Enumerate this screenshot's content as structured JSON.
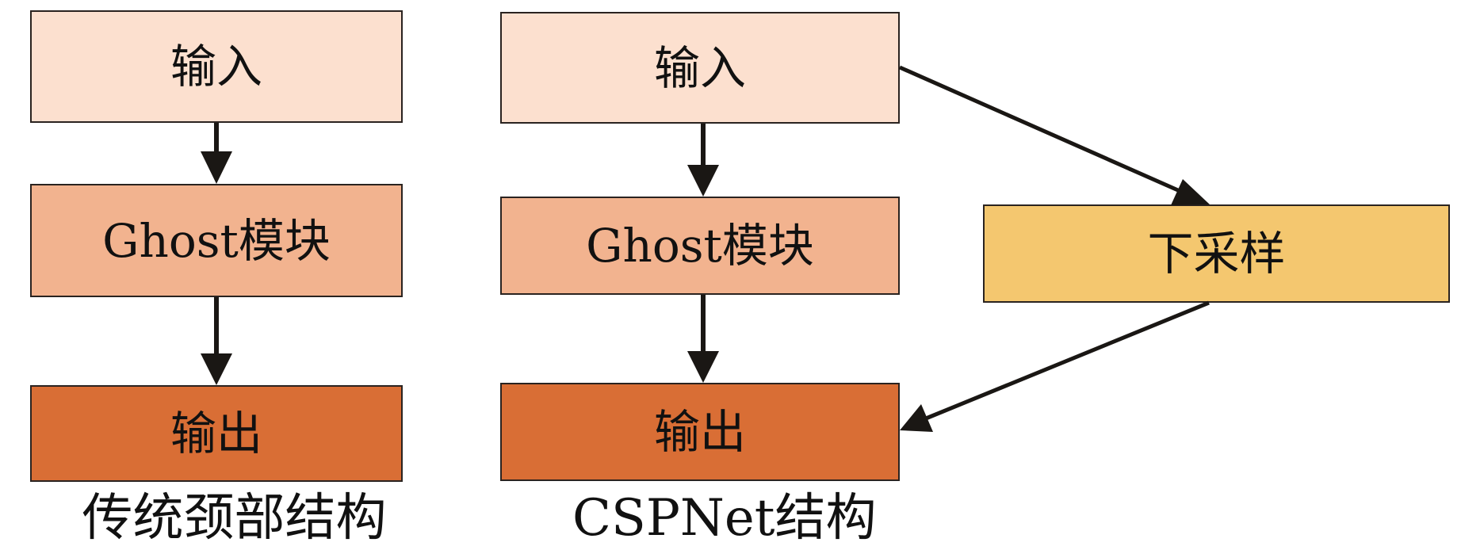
{
  "colors": {
    "input": "#fce0cf",
    "ghost": "#f2b38f",
    "output": "#d96e35",
    "downsample": "#f4c76f",
    "stroke": "#1a1714"
  },
  "left": {
    "caption": "传统颈部结构",
    "input": "输入",
    "ghost": "Ghost模块",
    "output": "输出"
  },
  "right": {
    "caption": "CSPNet结构",
    "input": "输入",
    "ghost": "Ghost模块",
    "output": "输出",
    "downsample": "下采样"
  },
  "edges": [
    {
      "from": "left.input",
      "to": "left.ghost"
    },
    {
      "from": "left.ghost",
      "to": "left.output"
    },
    {
      "from": "right.input",
      "to": "right.ghost"
    },
    {
      "from": "right.ghost",
      "to": "right.output"
    },
    {
      "from": "right.input",
      "to": "right.downsample"
    },
    {
      "from": "right.downsample",
      "to": "right.output"
    }
  ]
}
